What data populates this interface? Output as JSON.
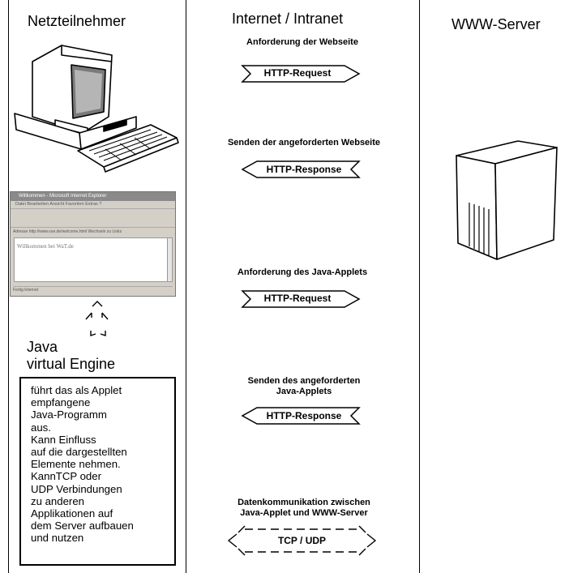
{
  "headers": {
    "client": "Netzteilnehmer",
    "network": "Internet / Intranet",
    "server": "WWW-Server"
  },
  "messages": [
    {
      "caption": "Anforderung der Webseite",
      "arrow_label": "HTTP-Request",
      "direction": "right"
    },
    {
      "caption": "Senden der angeforderten Webseite",
      "arrow_label": "HTTP-Response",
      "direction": "left"
    },
    {
      "caption": "Anforderung des Java-Applets",
      "arrow_label": "HTTP-Request",
      "direction": "right"
    },
    {
      "caption": "Senden des angeforderten\nJava-Applets",
      "arrow_label": "HTTP-Response",
      "direction": "left"
    },
    {
      "caption": "Datenkommunikation  zwischen\nJava-Applet und WWW-Server",
      "arrow_label": "TCP / UDP",
      "direction": "both"
    }
  ],
  "jvm": {
    "label_line1": "Java",
    "label_line2": "virtual Engine",
    "description": "führt das als Applet\nempfangene\nJava-Programm\naus.\nKann Einfluss\nauf die dargestellten\nElemente nehmen.\nKannTCP oder\nUDP Verbindungen\nzu anderen\nApplikationen auf\ndem Server aufbauen\nund nutzen"
  },
  "browser": {
    "title": "Willkommen - Microsoft Internet Explorer",
    "menu": "Datei  Bearbeiten  Ansicht  Favoriten  Extras  ?",
    "address": "Adresse  http://www.vue.de/welcome.html        Wechseln zu   Links",
    "content": "Willkommen bei WaT.de",
    "status": "Fertig                                   Internet"
  },
  "icons": [
    "computer-icon",
    "server-icon",
    "browser-window-icon",
    "bidirectional-arrow-icon"
  ]
}
